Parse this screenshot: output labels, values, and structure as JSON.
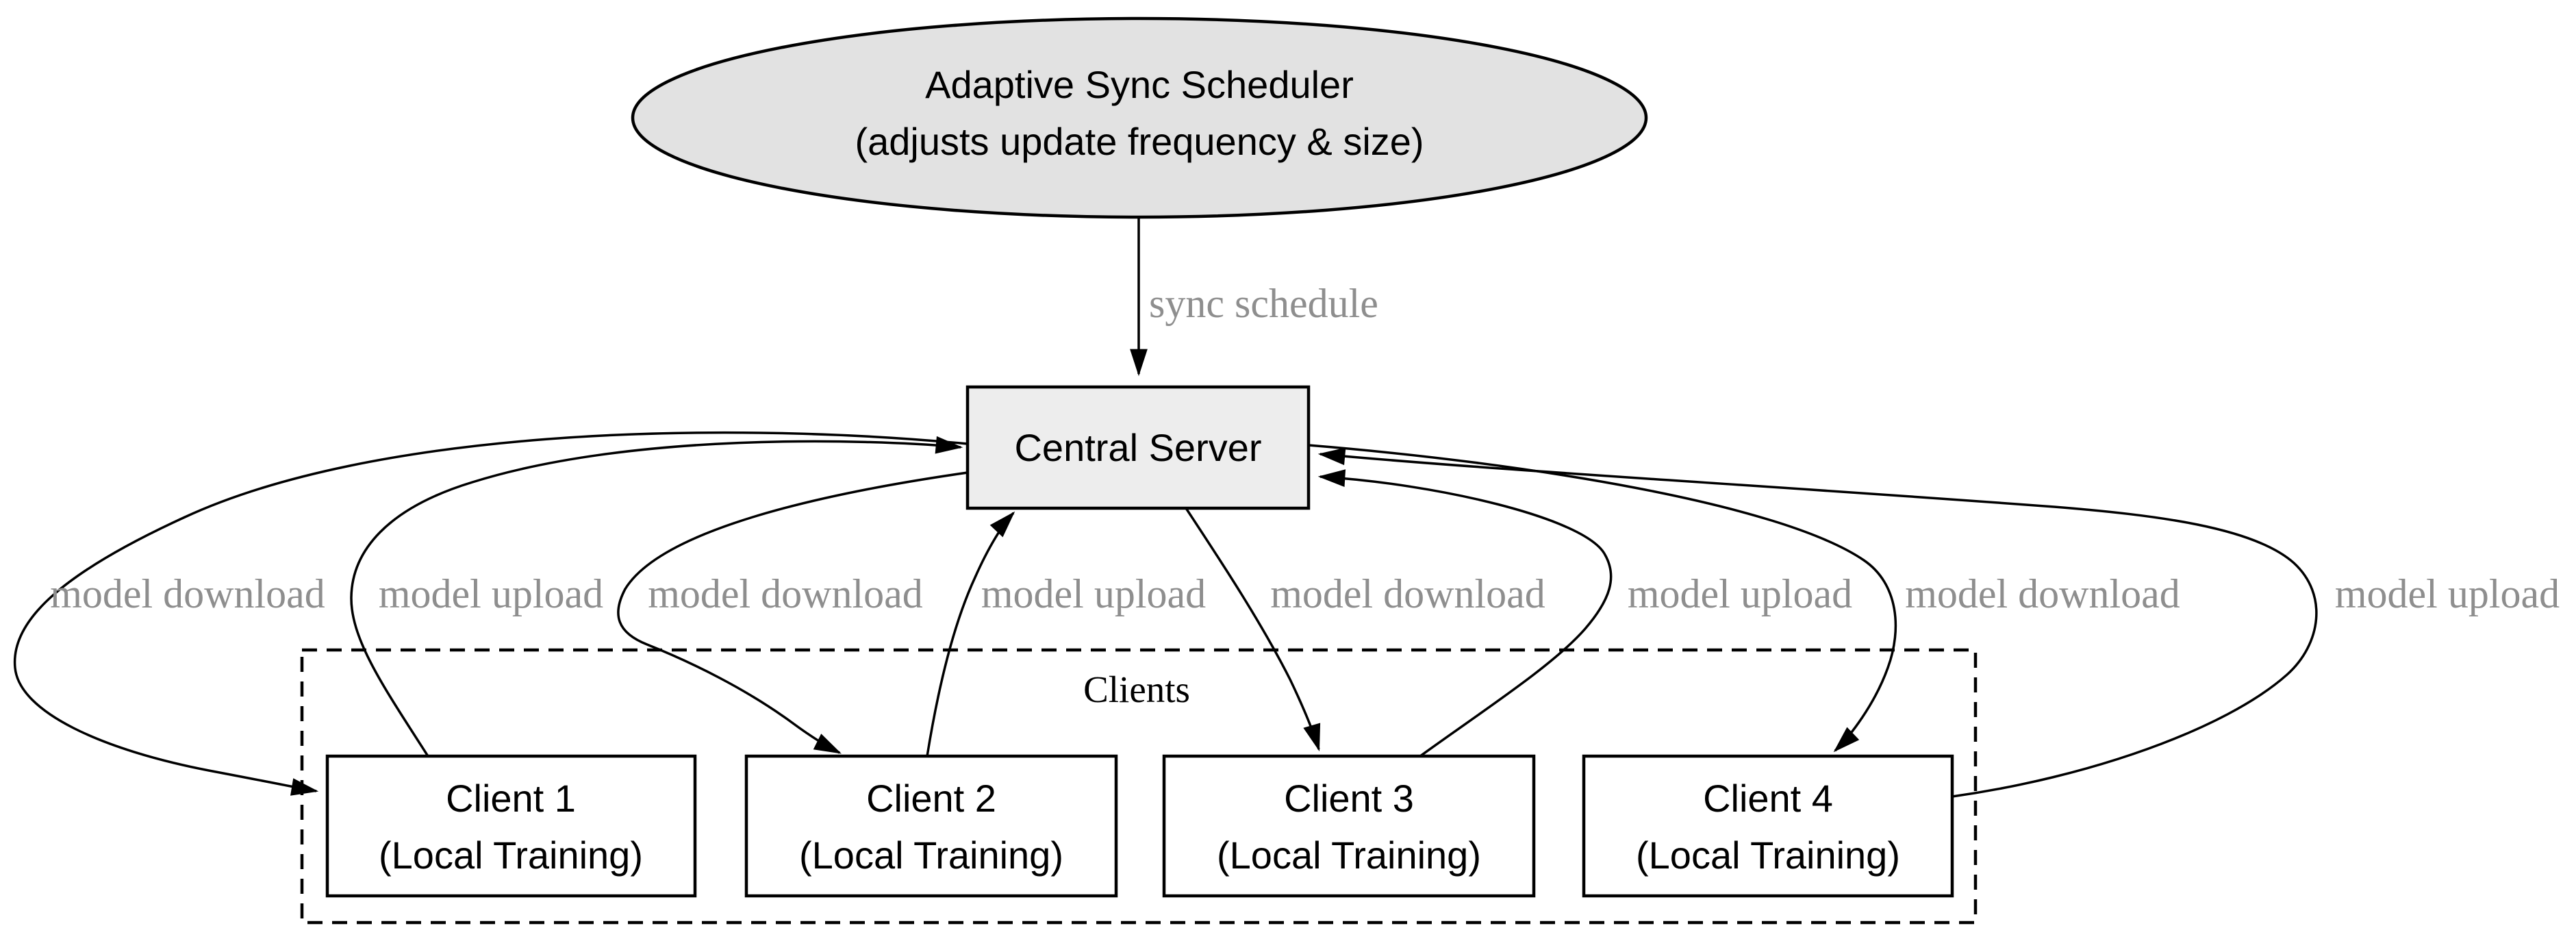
{
  "diagram": {
    "type": "flow-diagram",
    "background": "#ffffff",
    "colors": {
      "scheduler_fill": "#e2e2e2",
      "server_fill": "#ededed",
      "client_fill": "#ffffff",
      "node_border": "#000000",
      "edge_line": "#000000",
      "edge_label_text": "#8e8e8e",
      "node_label_text": "#000000"
    },
    "scheduler": {
      "line1": "Adaptive Sync Scheduler",
      "line2": "(adjusts update frequency & size)"
    },
    "server": {
      "label": "Central Server"
    },
    "cluster": {
      "label": "Clients"
    },
    "clients": [
      {
        "name": "Client 1",
        "subtitle": "(Local Training)"
      },
      {
        "name": "Client 2",
        "subtitle": "(Local Training)"
      },
      {
        "name": "Client 3",
        "subtitle": "(Local Training)"
      },
      {
        "name": "Client 4",
        "subtitle": "(Local Training)"
      }
    ],
    "edges": [
      {
        "from": "Adaptive Sync Scheduler",
        "to": "Central Server",
        "label": "sync schedule"
      },
      {
        "from": "Central Server",
        "to": "Client 1",
        "label": "model download"
      },
      {
        "from": "Client 1",
        "to": "Central Server",
        "label": "model upload"
      },
      {
        "from": "Central Server",
        "to": "Client 2",
        "label": "model download"
      },
      {
        "from": "Client 2",
        "to": "Central Server",
        "label": "model upload"
      },
      {
        "from": "Central Server",
        "to": "Client 3",
        "label": "model download"
      },
      {
        "from": "Client 3",
        "to": "Central Server",
        "label": "model upload"
      },
      {
        "from": "Central Server",
        "to": "Client 4",
        "label": "model download"
      },
      {
        "from": "Client 4",
        "to": "Central Server",
        "label": "model upload"
      }
    ]
  }
}
